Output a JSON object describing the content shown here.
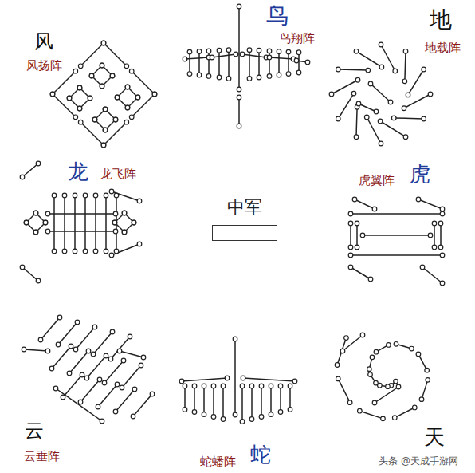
{
  "diagram": {
    "nodes": [
      {
        "text": [
          "中军"
        ]
      }
    ],
    "labels": [
      "风",
      "风扬阵",
      "鸟",
      "鸟翔阵",
      "地",
      "地载阵",
      "龙",
      "龙飞阵",
      "虎翼阵",
      "虎",
      "云",
      "云垂阵",
      "蛇蟠阵",
      "蛇",
      "天",
      "头条 @天成手游网"
    ]
  }
}
